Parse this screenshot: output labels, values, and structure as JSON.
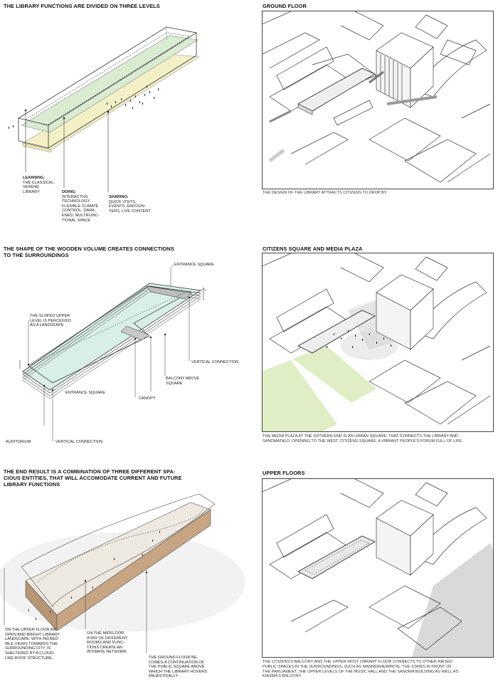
{
  "left": {
    "section1": {
      "title": "THE LIBRARY FUNCTIONS ARE DIVIDED ON THREE LEVELS",
      "learning": {
        "head": "LEARNING:",
        "lines": [
          "THE CLASSICAL,",
          "SERENE",
          "LIBRARY"
        ]
      },
      "doing": {
        "head": "DOING:",
        "lines": [
          "INTERACTIVE",
          "TECHNOLOGY,",
          "FLEXIBLE CLIMATE",
          "CONTROL, DARK-",
          "ENED, MULTIFUNC-",
          "TIONAL SPACE"
        ]
      },
      "sharing": {
        "head": "SHARING:",
        "lines": [
          "QUICK VISITS,",
          "EVENTS, ENCOUN-",
          "TERS, LIVE CONTENT"
        ]
      }
    },
    "section2": {
      "title_lines": [
        "THE SHAPE OF THE WOODEN VOLUME CREATES CONNECTIONS",
        "TO THE SURROUNDINGS"
      ],
      "labels": {
        "entrance_square_top": "ENTRANCE SQUARE",
        "sloped_upper": [
          "THE SLOPED UPPER",
          "LEVEL IS PERCEIVED",
          "AS A LANDSCAPE"
        ],
        "vertical_connection_right": "VERTICAL CONNECTION",
        "balcony": [
          "BALCONY ABOVE",
          "SQUARE"
        ],
        "entrance_square_mid": "ENTRANCE SQUARE",
        "canopy": "CANOPY",
        "auditorium": "AUDITORIUM",
        "vertical_connection_bottom": "VERTICAL CONNECTION"
      }
    },
    "section3": {
      "title_lines": [
        "THE END RESULT IS A COMBINATION OF THREE DIFFERENT SPA-",
        "CIOUS ENTITIES, THAT WILL ACCOMODATE CURRENT AND FUTURE",
        "LIBRARY FUNCTIONS"
      ],
      "upper": [
        "ON THE UPPER FLOOR AN",
        "OPEN AND BRIGHT LIBRARY",
        "LANDSCAPE, WITH INCRED-",
        "IBLE VIEWS TOWARDS THE",
        "SURROUNDING CITY, IS",
        "SHELTERED BY A CLOUD-",
        "LIKE ROOF STRUCTURE,"
      ],
      "mid": [
        "ON THE MIDFLOOR",
        "A MIX OF DIFFERENT",
        "ROOMS AND FUNC-",
        "TIONS CREATE AN",
        "INTIMATE NETWORK"
      ],
      "ground": [
        "THE GROUND FLOOR BE-",
        "COMES A CONTINUATION OF",
        "THE PUBLIC SQUARE ABOVE",
        "WHICH THE LIBRARY HOVERS",
        "MAJESTICALLY."
      ]
    }
  },
  "right": {
    "ground_floor": {
      "title": "GROUND FLOOR",
      "caption": [
        "THE DESIGN OF THE LIBRARY ATTRACTS CITIZENS TO DROP BY."
      ]
    },
    "citizens_square": {
      "title": "CITIZENS SQUARE AND MEDIA PLAZA",
      "caption": [
        "THE MEDIA PLAZA AT THE SOTHERN END IS AN URBAN SQUARE, THAT CONNECTS THE LIBRARY AND",
        "SANOMATALO. OPENING TO THE WEST, CITIZENS SQUARE, A VIBRANT PEOPLE'S FORUM FULL OF LIFE."
      ]
    },
    "upper_floors": {
      "title": "UPPER FLOORS",
      "caption": [
        "THE CITIZENS'S BALCONY AND THE UPPER MOST LIBRARY FLOOR CONNECTS TO OTHER RAISED",
        "PUBLIC SPACES IN THE SURROUNDINGS, SUCH AS MANNERHEIMINTIE, THE STAIRS IN FRONT OF",
        "THE PARLIAMENT, THE UPPER LEVELS OF THE MUSIC HALL AND THE SANOMA BUILDING AS WELL AS",
        "KIASMA'S BALCONY."
      ]
    }
  },
  "colors": {
    "green_floor": "#d9ecd2",
    "yellow_floor": "#f4f0c6",
    "wood": "#b89573",
    "park_green": "#dfeec4",
    "shadow_grey": "#d9d9d9"
  }
}
